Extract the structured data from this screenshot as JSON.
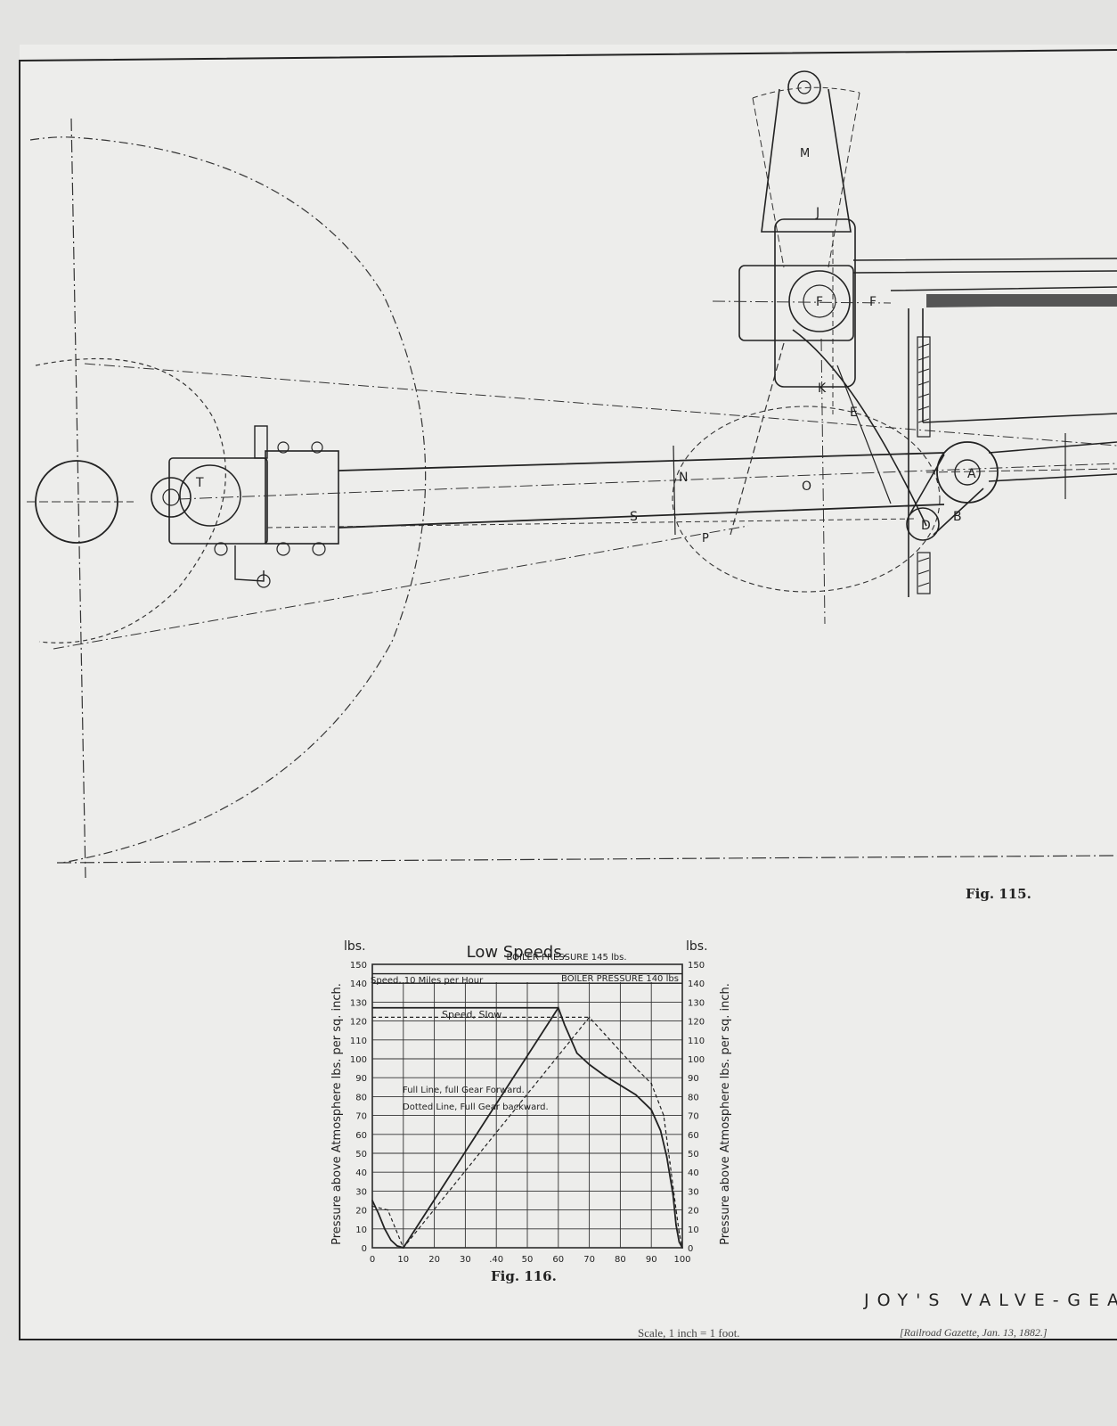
{
  "fig115": {
    "caption": "Fig. 115.",
    "labels": {
      "M": "M",
      "J": "J",
      "F": "F",
      "F2": "F",
      "K": "K",
      "E": "E",
      "A": "A",
      "D": "D",
      "B": "B",
      "O": "O",
      "N": "N",
      "S": "S",
      "P": "P",
      "T": "T"
    }
  },
  "fig116": {
    "caption": "Fig. 116.",
    "title": "Low Speeds.",
    "unit_left": "lbs.",
    "unit_right": "lbs.",
    "ylabel": "Pressure above Atmosphere lbs. per sq. inch.",
    "boiler_145": "BOILER PRESSURE 145 lbs.",
    "boiler_140": "BOILER PRESSURE 140 lbs",
    "speed_10": "Speed, 10 Miles per Hour",
    "speed_slow": "Speed, Slow.",
    "legend_full": "Full Line, full Gear Forward.",
    "legend_dotted": "Dotted Line, Full Gear backward."
  },
  "chart_data": {
    "type": "line",
    "title": "Low Speeds.",
    "ylabel": "Pressure above Atmosphere lbs. per sq. inch.",
    "xlabel": "",
    "xlim": [
      0,
      100
    ],
    "ylim": [
      0,
      150
    ],
    "x_ticks": [
      "0",
      "10",
      "20",
      "30",
      ".40",
      "50",
      "60",
      "70",
      "80",
      "90",
      "100"
    ],
    "y_ticks": [
      "0",
      "10",
      "20",
      "30",
      "40",
      "50",
      "60",
      "70",
      "80",
      "90",
      "100",
      "110",
      "120",
      "130",
      "140",
      "150"
    ],
    "series": [
      {
        "name": "Full Line, full Gear Forward.",
        "style": "solid",
        "x": [
          0,
          2,
          4,
          6,
          8,
          10,
          60,
          62,
          66,
          70,
          75,
          80,
          85,
          90,
          93,
          95,
          97,
          98,
          99,
          100
        ],
        "y": [
          25,
          18,
          10,
          4,
          1,
          0,
          127,
          118,
          103,
          97,
          91,
          86,
          81,
          73,
          62,
          48,
          28,
          12,
          3,
          0
        ]
      },
      {
        "name": "Dotted Line, Full Gear backward.",
        "style": "dotted",
        "x": [
          0,
          5,
          10,
          70,
          75,
          80,
          85,
          90,
          94,
          96,
          98,
          99,
          100
        ],
        "y": [
          22,
          20,
          0,
          122,
          113,
          104,
          95,
          87,
          70,
          45,
          20,
          8,
          0
        ]
      }
    ],
    "reference_lines": [
      {
        "label": "BOILER PRESSURE 145 lbs.",
        "y": 145
      },
      {
        "label": "BOILER PRESSURE 140 lbs",
        "y": 140
      }
    ]
  },
  "footer": {
    "scale": "Scale, 1 inch = 1 foot.",
    "title": "JOY'S VALVE-GEA",
    "source": "[Railroad Gazette, Jan. 13, 1882.]"
  }
}
